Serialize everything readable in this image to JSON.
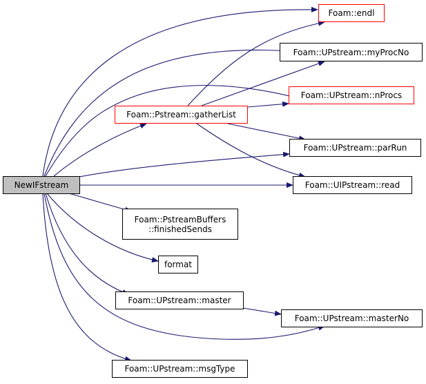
{
  "root": {
    "label": "NewIFstream"
  },
  "nodes": {
    "endl": "Foam::endl",
    "myProcNo": "Foam::UPstream::myProcNo",
    "nProcs": "Foam::UPstream::nProcs",
    "gatherList": "Foam::Pstream::gatherList",
    "parRun": "Foam::UPstream::parRun",
    "read": "Foam::UIPstream::read",
    "finishedSends_1": "Foam::PstreamBuffers",
    "finishedSends_2": "::finishedSends",
    "format": "format",
    "master": "Foam::UPstream::master",
    "masterNo": "Foam::UPstream::masterNo",
    "msgType": "Foam::UPstream::msgType"
  },
  "colors": {
    "edge": "#191970",
    "truncated_border": "#ff0000",
    "root_fill": "#bfbfbf"
  }
}
